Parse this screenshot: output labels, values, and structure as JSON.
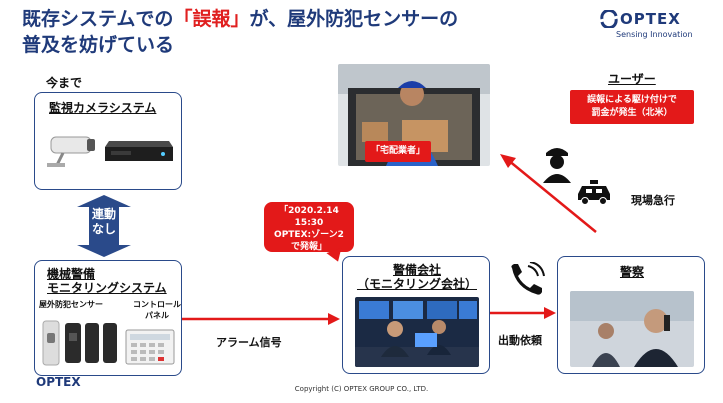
{
  "title": {
    "line1_pre": "既存システムでの",
    "line1_highlight": "「誤報」",
    "line1_post": "が、屋外防犯センサーの",
    "line2": "普及を妨げている"
  },
  "logo": {
    "word": "OPTEX",
    "tagline": "Sensing Innovation"
  },
  "section_label": "今まで",
  "camera_box": {
    "title": "監視カメラシステム"
  },
  "link_arrow": {
    "line1": "連動",
    "line2": "なし"
  },
  "monitoring_box": {
    "title_line1": "機械警備",
    "title_line2": "モニタリングシステム",
    "sensor_label": "屋外防犯センサー",
    "panel_label_line1": "コントロール",
    "panel_label_line2": "パネル"
  },
  "alarm_signal": "アラーム信号",
  "callout": {
    "line1": "「2020.2.14",
    "line2": "15:30",
    "line3": "OPTEX:ゾーン2",
    "line4": "で発報」"
  },
  "security_company": {
    "title_line1": "警備会社",
    "title_line2": "（モニタリング会社）"
  },
  "dispatch_request": "出動依頼",
  "police_box": {
    "title": "警察"
  },
  "rush_to_scene": "現場急行",
  "delivery_tag": "「宅配業者」",
  "user": {
    "heading": "ユーザー",
    "penalty_line1": "誤報による駆け付けで",
    "penalty_line2": "罰金が発生（北米）"
  },
  "footer": {
    "copyright": "Copyright (C) OPTEX GROUP CO., LTD.",
    "mini_logo": "OPTEX"
  },
  "colors": {
    "navy": "#1f3a7a",
    "red": "#e31919",
    "arrow_blue": "#2a4a8a"
  }
}
